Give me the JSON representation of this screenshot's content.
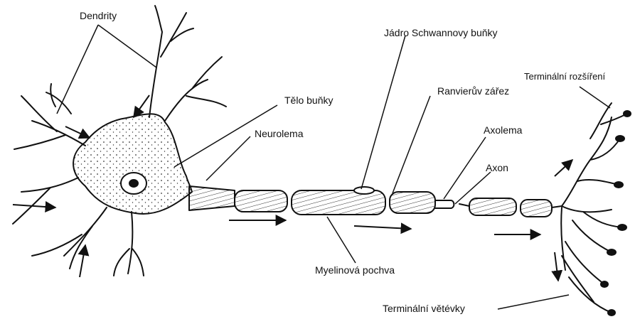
{
  "labels": {
    "dendrites": "Dendrity",
    "cell_body": "Tělo buňky",
    "neurolemma": "Neurolema",
    "schwann_nucleus": "Jádro Schwannovy buňky",
    "ranvier_node": "Ranvierův zářez",
    "axolemma": "Axolema",
    "axon": "Axon",
    "terminal_buttons": "Terminální rozšíření",
    "myelin_sheath": "Myelinová pochva",
    "terminal_branches": "Terminální větévky"
  },
  "colors": {
    "ink": "#111111",
    "paper": "#ffffff"
  }
}
